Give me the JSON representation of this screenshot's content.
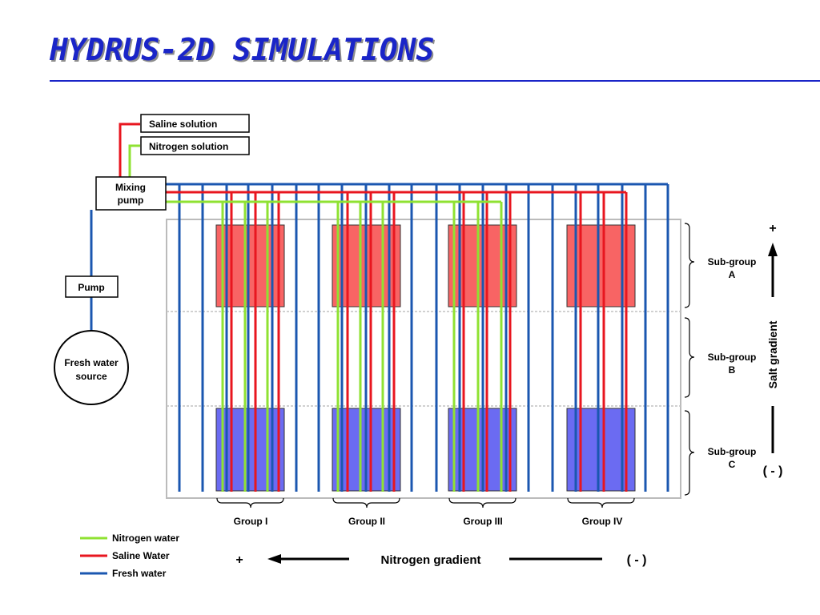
{
  "title": "HYDRUS-2D SIMULATIONS",
  "colors": {
    "nitrogen": "#8fe232",
    "saline": "#e8161f",
    "fresh": "#1b57b0",
    "subgroup_a": "#f86464",
    "subgroup_c": "#6b6bf2",
    "title": "#1a25c8"
  },
  "inputs": {
    "saline": "Saline solution",
    "nitrogen": "Nitrogen solution"
  },
  "mixing_pump": {
    "line1": "Mixing",
    "line2": "pump"
  },
  "pump": "Pump",
  "fresh_source": {
    "line1": "Fresh water",
    "line2": "source"
  },
  "groups": [
    "Group I",
    "Group II",
    "Group III",
    "Group IV"
  ],
  "subgroups": [
    {
      "line1": "Sub-group",
      "line2": "A"
    },
    {
      "line1": "Sub-group",
      "line2": "B"
    },
    {
      "line1": "Sub-group",
      "line2": "C"
    }
  ],
  "salt_gradient": {
    "label": "Salt gradient",
    "plus": "+",
    "minus": "( - )"
  },
  "nitrogen_gradient": {
    "label": "Nitrogen gradient",
    "plus": "+",
    "minus": "( - )"
  },
  "legend": [
    {
      "label": "Nitrogen water",
      "color_key": "nitrogen"
    },
    {
      "label": "Saline Water",
      "color_key": "saline"
    },
    {
      "label": "Fresh water",
      "color_key": "fresh"
    }
  ]
}
